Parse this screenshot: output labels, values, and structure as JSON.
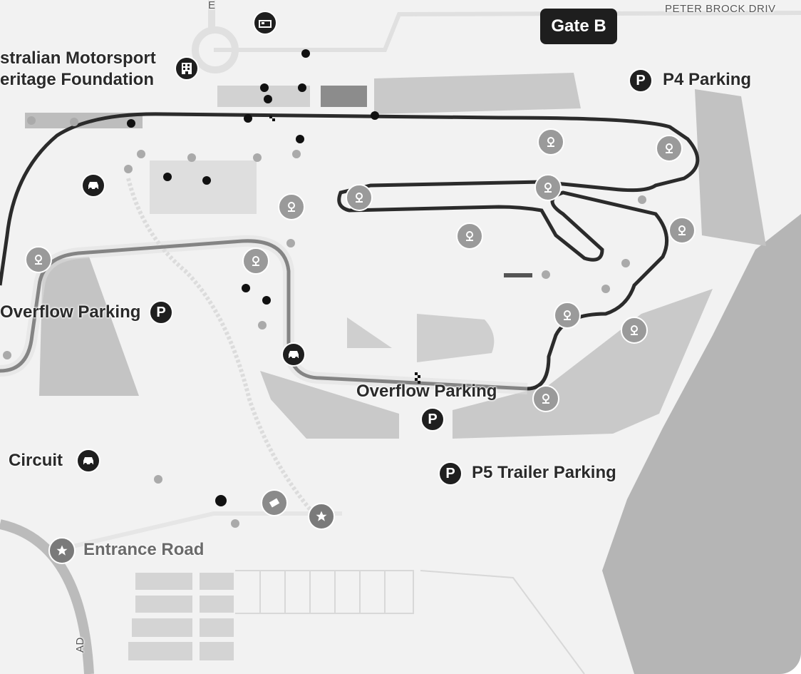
{
  "map": {
    "callout": "Gate B",
    "roads": [
      {
        "name": "PETER BROCK DRIV"
      },
      {
        "name": "AD"
      },
      {
        "name": "E"
      }
    ],
    "labels": [
      {
        "name": "stralian Motorsport"
      },
      {
        "name": "eritage Foundation"
      },
      {
        "name": "P4 Parking"
      },
      {
        "name": "Overflow Parking"
      },
      {
        "name": "Overflow Parking"
      },
      {
        "name": "Circuit"
      },
      {
        "name": "P5 Trailer Parking"
      },
      {
        "name": "Entrance Road"
      }
    ],
    "parking_glyph": "P",
    "colors": {
      "background": "#f2f2f2",
      "parking_area": "#a8a8a8",
      "track": "#2b2b2b",
      "pin": "#1f1f1f",
      "large_area": "#b5b5b5"
    },
    "icons": {
      "parking": "parking-icon",
      "car": "car-icon",
      "building": "building-icon",
      "star": "star-icon",
      "viewpoint": "location-pin-icon"
    }
  }
}
